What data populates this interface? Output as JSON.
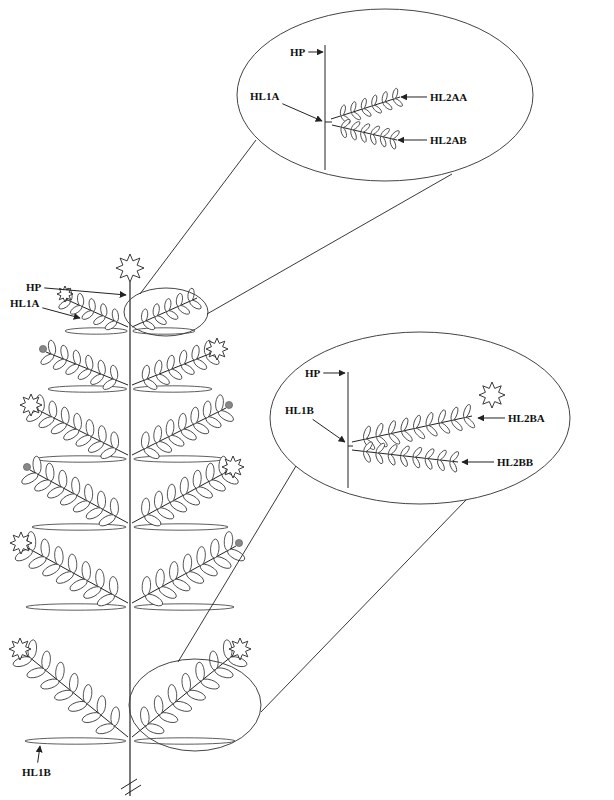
{
  "diagram": {
    "labels": [
      "HP",
      "HL1A",
      "HL2AA",
      "HL2AB",
      "HP",
      "HL1A",
      "HP",
      "HL1B",
      "HL2BA",
      "HL2BB",
      "HL1B"
    ]
  }
}
